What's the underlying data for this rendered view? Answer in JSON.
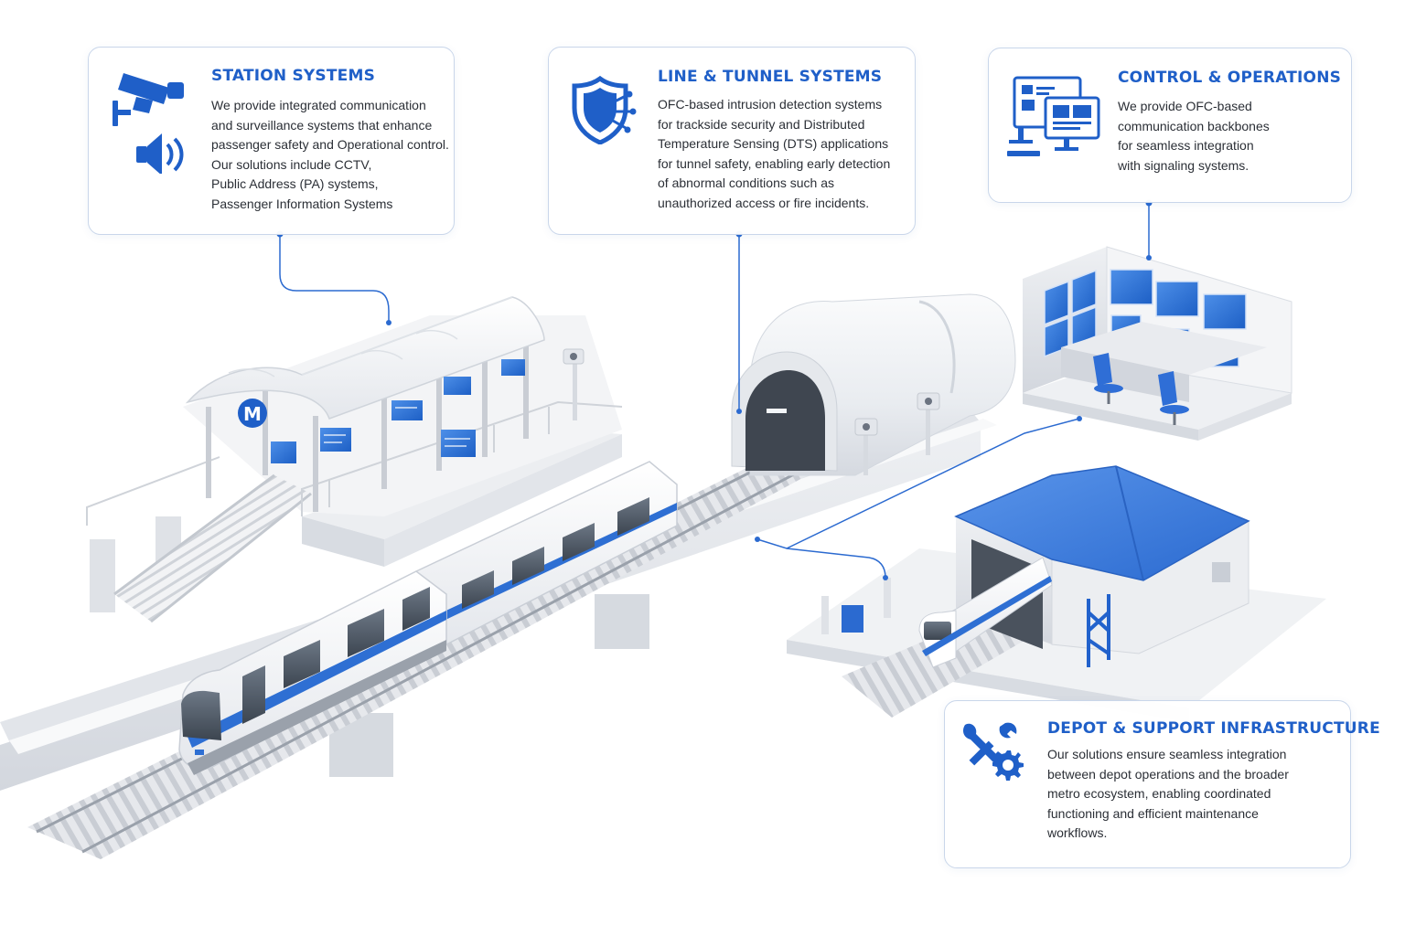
{
  "colors": {
    "accent": "#1f5fc8",
    "roof": "#3a7bdc",
    "panel_border": "#c9d6ea"
  },
  "station_card": {
    "icon_names": [
      "cctv-camera-icon",
      "speaker-icon"
    ],
    "title": "STATION SYSTEMS",
    "lines": [
      "We provide integrated communication",
      "and surveillance systems that enhance",
      "passenger safety and Operational control.",
      "Our solutions include CCTV,",
      "Public Address (PA) systems,",
      "Passenger Information Systems"
    ]
  },
  "tunnel_card": {
    "icon_name": "shield-network-icon",
    "title": "LINE & TUNNEL SYSTEMS",
    "lines": [
      "OFC-based intrusion detection systems",
      "for trackside security and Distributed",
      "Temperature Sensing (DTS) applications",
      "for tunnel safety, enabling early detection",
      "of abnormal conditions such as",
      "unauthorized access or fire incidents."
    ]
  },
  "control_card": {
    "icon_name": "monitors-icon",
    "title": "CONTROL & OPERATIONS",
    "lines": [
      "We provide OFC-based",
      "communication backbones",
      "for seamless integration",
      "with signaling systems."
    ]
  },
  "depot_card": {
    "icon_name": "wrench-gear-icon",
    "title": "DEPOT & SUPPORT INFRASTRUCTURE",
    "lines": [
      "Our solutions ensure seamless integration",
      "between depot operations and the broader",
      "metro ecosystem, enabling coordinated",
      "functioning and efficient maintenance",
      "workflows."
    ]
  },
  "station_sign": {
    "letter": "M"
  }
}
